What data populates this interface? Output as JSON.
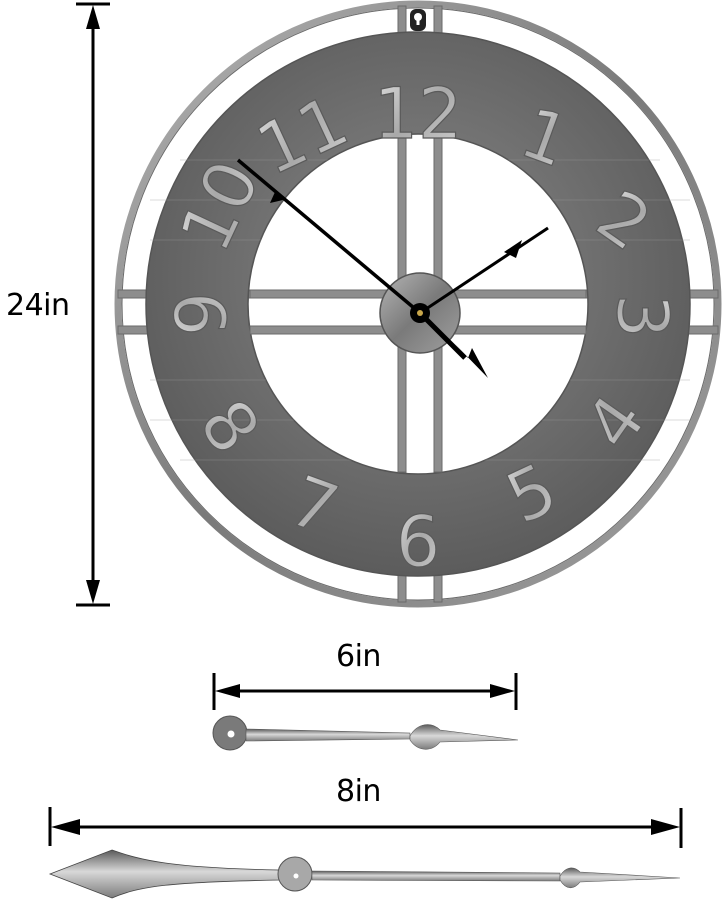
{
  "product": {
    "type": "metal wall clock with dimension callouts",
    "colors": {
      "background": "#ffffff",
      "frame": "#8e8e8e",
      "dial_band": "#6f6f6f",
      "numerals": "#b9b9b9",
      "hands_black": "#000000",
      "dimension_lines": "#000000",
      "center_pin": "#c8a64a"
    }
  },
  "clock": {
    "numerals": [
      "12",
      "1",
      "2",
      "3",
      "4",
      "5",
      "6",
      "7",
      "8",
      "9",
      "10",
      "11"
    ],
    "time_shown": {
      "hour_hand_points_to": "about 4:15 position",
      "minute_hand_points_to": "about 10 position (50 min)",
      "second_hand": "toward 2"
    },
    "hanger_icon": "keyhole-hanger"
  },
  "dimensions": {
    "height": {
      "label": "24in"
    },
    "minute_hand": {
      "label": "6in"
    },
    "hour_hand": {
      "label": "8in"
    }
  }
}
